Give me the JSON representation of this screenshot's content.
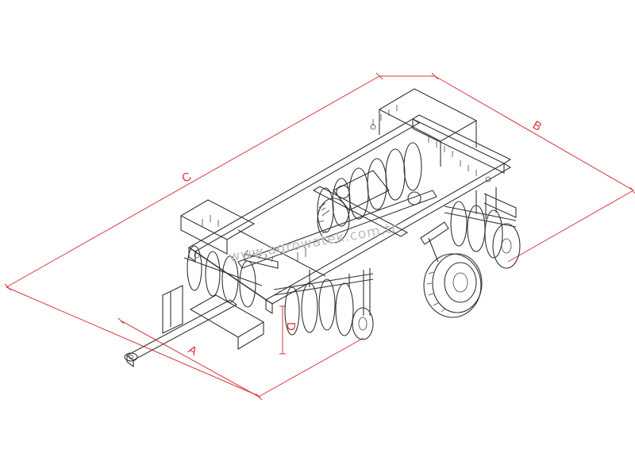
{
  "dimensions": {
    "a": "A",
    "b": "B",
    "c": "C",
    "d": "D"
  },
  "watermark": "www.agrowatek.com.tr",
  "colors": {
    "dimension": "#d9363e",
    "drawing": "#333333",
    "watermark": "#bbbbbb"
  }
}
